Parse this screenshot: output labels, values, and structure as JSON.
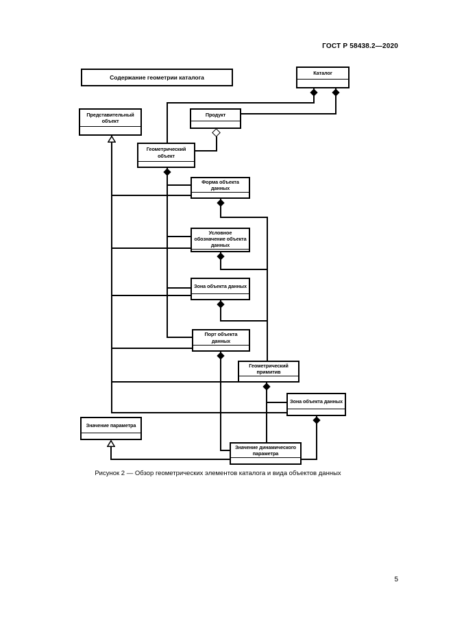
{
  "page": {
    "header": "ГОСТ Р 58438.2—2020",
    "caption": "Рисунок 2 — Обзор геометрических элементов каталога и вида объектов данных",
    "number": "5"
  },
  "diagram": {
    "title_box": "Содержание геометрии каталога",
    "boxes": {
      "katalog": "Каталог",
      "predstavitelnyy_obekt": "Представительный объект",
      "produkt": "Продукт",
      "geometricheskiy_obekt": "Геометрический объект",
      "forma_obekta_dannykh": "Форма объекта данных",
      "uslovnoe_oboznachenie": "Условное обозначение объекта данных",
      "zona_obekta_dannykh": "Зона объекта данных",
      "port_obekta_dannykh": "Порт объекта данных",
      "geometricheskiy_primitiv": "Геометрический примитив",
      "zona_obekta_dannykh_2": "Зона объекта данных",
      "znachenie_parametra": "Значение параметра",
      "znachenie_dinamicheskogo_parametra": "Значение динамического параметра"
    }
  }
}
